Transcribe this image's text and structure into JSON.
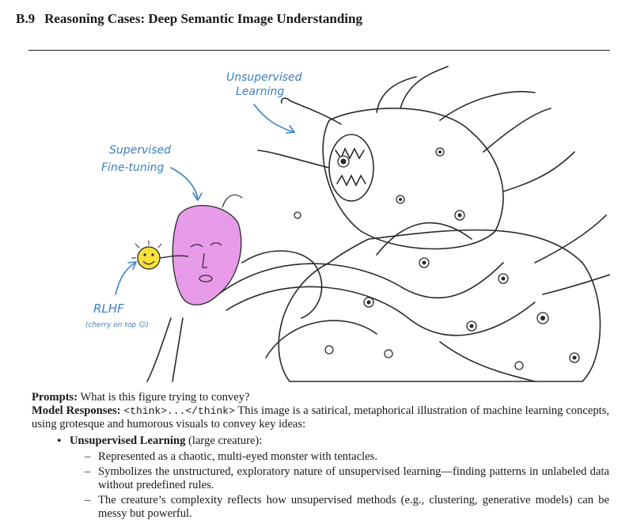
{
  "section": {
    "number": "B.9",
    "title": "Reasoning Cases: Deep Semantic Image Understanding"
  },
  "figure": {
    "annotations": {
      "unsupervised_line1": "Unsupervised",
      "unsupervised_line2": "Learning",
      "supervised_line1": "Supervised",
      "supervised_line2": "Fine-tuning",
      "rlhf": "RLHF",
      "rlhf_note": "(cherry on top ☺)"
    },
    "colors": {
      "ink": "#2a2a2a",
      "annotation_blue": "#3b7fc6",
      "mask_pink": "#e79be9",
      "smiley_yellow": "#f5e13a"
    }
  },
  "text": {
    "prompts_label": "Prompts:",
    "prompts_text": "What is this figure trying to convey?",
    "responses_label": "Model Responses:",
    "think_tag": "<think>...</think>",
    "responses_text": "This image is a satirical, metaphorical illustration of machine learning concepts, using grotesque and humorous visuals to convey key ideas:",
    "bullet1_bold": "Unsupervised Learning",
    "bullet1_rest": "(large creature):",
    "sub_items": [
      "Represented as a chaotic, multi-eyed monster with tentacles.",
      "Symbolizes the unstructured, exploratory nature of unsupervised learning—finding patterns in unlabeled data without predefined rules.",
      "The creature’s complexity reflects how unsupervised methods (e.g., clustering, generative models) can be messy but powerful."
    ]
  }
}
